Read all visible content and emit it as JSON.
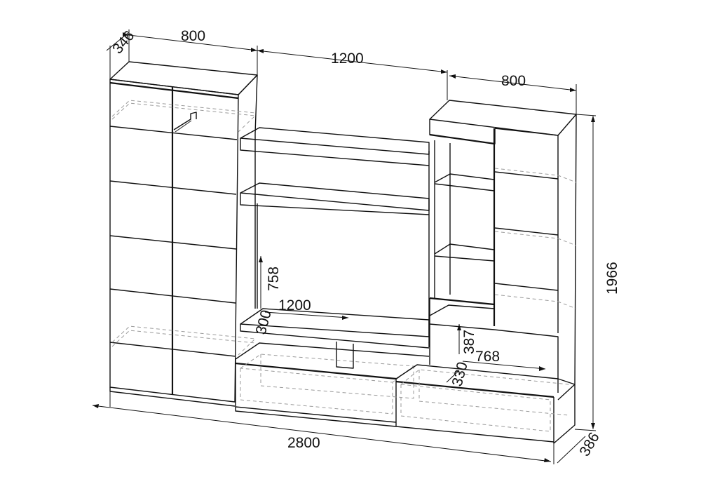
{
  "dimensions": {
    "left_depth": "346",
    "left_width": "800",
    "middle_width": "1200",
    "right_width": "800",
    "total_height": "1966",
    "niche_height": "758",
    "niche_width": "1200",
    "niche_depth": "300",
    "shelf_height": "387",
    "shelf_width": "768",
    "shelf_depth": "330",
    "total_width": "2800",
    "base_depth": "386"
  }
}
